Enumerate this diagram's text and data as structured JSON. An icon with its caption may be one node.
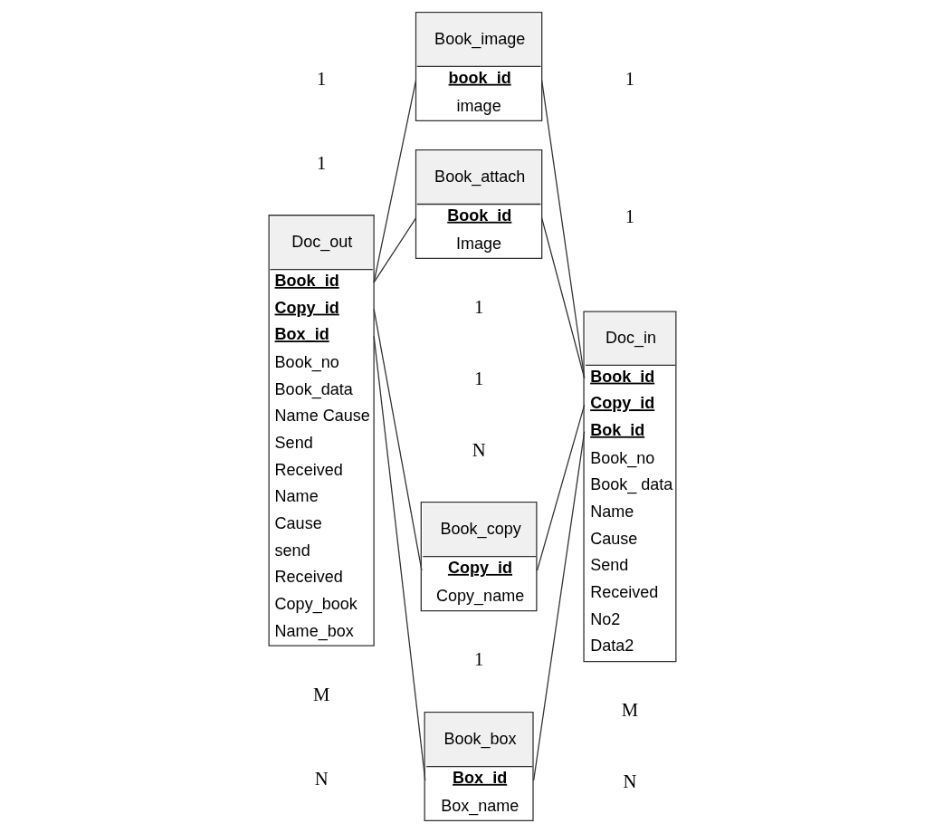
{
  "diagram": {
    "nodes": [
      {
        "text": [
          "Doc_out",
          "Book_id",
          "Copy_id",
          "Box_id",
          "Book_no",
          "Book_data",
          "Name Cause",
          "Send",
          "Received",
          "Name",
          "Cause",
          "send",
          "Received",
          "Copy_book",
          "Name_box"
        ]
      },
      {
        "text": [
          "Book_image",
          "book_id",
          "image"
        ]
      },
      {
        "text": [
          "Book_attach",
          "Book_id",
          "Image"
        ]
      },
      {
        "text": [
          "Book_copy",
          "Copy_id",
          "Copy_name"
        ]
      },
      {
        "text": [
          "Book_box",
          "Box_id",
          "Box_name"
        ]
      },
      {
        "text": [
          "Doc_in",
          "Book_id",
          "Copy_id",
          "Bok_id",
          "Book_no",
          "Book_ data",
          "Name",
          "Cause",
          "Send",
          "Received",
          "No2",
          "Data2"
        ]
      }
    ],
    "edges": [
      {
        "from": 0,
        "to": 1,
        "arrow": "none"
      },
      {
        "from": 1,
        "to": 5,
        "arrow": "none"
      },
      {
        "from": 0,
        "to": 2,
        "arrow": "none"
      },
      {
        "from": 2,
        "to": 5,
        "arrow": "none"
      },
      {
        "from": 0,
        "to": 3,
        "arrow": "none"
      },
      {
        "from": 3,
        "to": 5,
        "arrow": "none"
      },
      {
        "from": 0,
        "to": 4,
        "arrow": "none"
      },
      {
        "from": 4,
        "to": 5,
        "arrow": "none"
      }
    ],
    "labels": [
      "1",
      "1",
      "1",
      "1",
      "1",
      "1",
      "N",
      "1",
      "M",
      "M",
      "N",
      "N"
    ]
  }
}
